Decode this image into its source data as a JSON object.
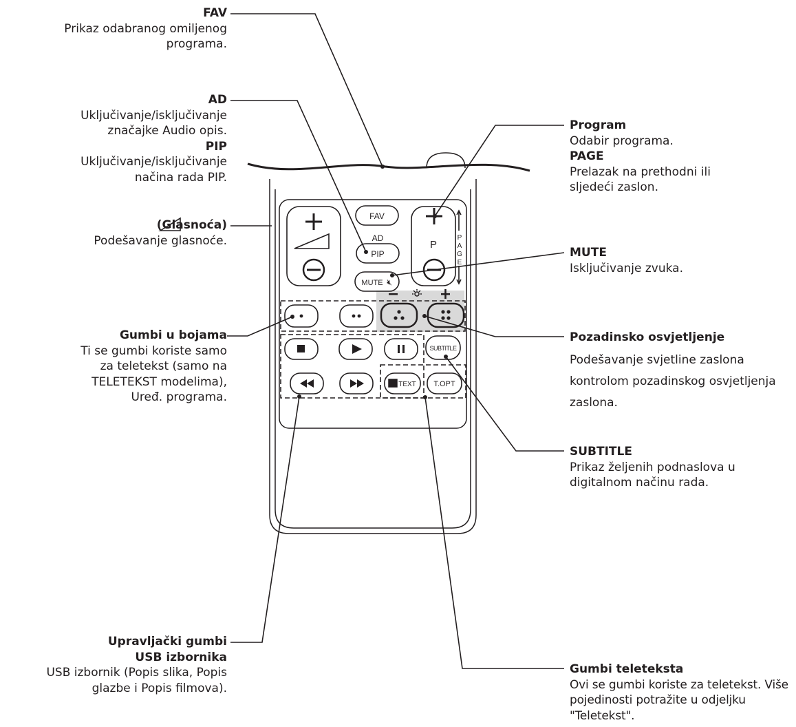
{
  "labels": {
    "fav": {
      "title": "FAV",
      "desc": "Prikaz odabranog omiljenog programa."
    },
    "ad": {
      "title": "AD",
      "desc": "Uključivanje/isključivanje značajke Audio opis."
    },
    "pip": {
      "title": "PIP",
      "desc": "Uključivanje/isključivanje načina rada PIP."
    },
    "volume": {
      "title": "(Glasnoća)",
      "desc": "Podešavanje glasnoće."
    },
    "colour_buttons": {
      "title": "Gumbi u bojama",
      "desc": "Ti se gumbi koriste samo za teletekst (samo na TELETEKST modelima), Uređ. programa."
    },
    "usb_control": {
      "title1": "Upravljački gumbi",
      "title2": "USB izbornika",
      "desc": "USB izbornik (Popis slika, Popis glazbe i Popis filmova)."
    },
    "program": {
      "title": "Program",
      "desc": "Odabir programa."
    },
    "page": {
      "title": "PAGE",
      "desc": "Prelazak na prethodni ili sljedeći zaslon."
    },
    "mute": {
      "title": "MUTE",
      "desc": "Isključivanje zvuka."
    },
    "backlight": {
      "title": "Pozadinsko osvjetljenje",
      "desc": "Podešavanje svjetline zaslona kontrolom pozadinskog osvjetljenja zaslona."
    },
    "subtitle": {
      "title": "SUBTITLE",
      "desc": "Prikaz željenih podnaslova u digitalnom načinu rada."
    },
    "teletext": {
      "title": "Gumbi teleteksta",
      "desc": "Ovi se gumbi koriste za teletekst. Više pojedinosti potražite u odjeljku \"Teletekst\"."
    }
  },
  "buttons": {
    "fav": "FAV",
    "ad": "AD",
    "pip": "PIP",
    "mute": "MUTE",
    "p": "P",
    "page_letters": [
      "P",
      "A",
      "G",
      "E"
    ],
    "subtitle": "SUBTITLE",
    "text": "TEXT",
    "topt": "T.OPT",
    "plus": "+",
    "minus": "−"
  },
  "colors": {
    "line": "#231f20",
    "highlight": "#d9d9d9",
    "text": "#231f20"
  }
}
